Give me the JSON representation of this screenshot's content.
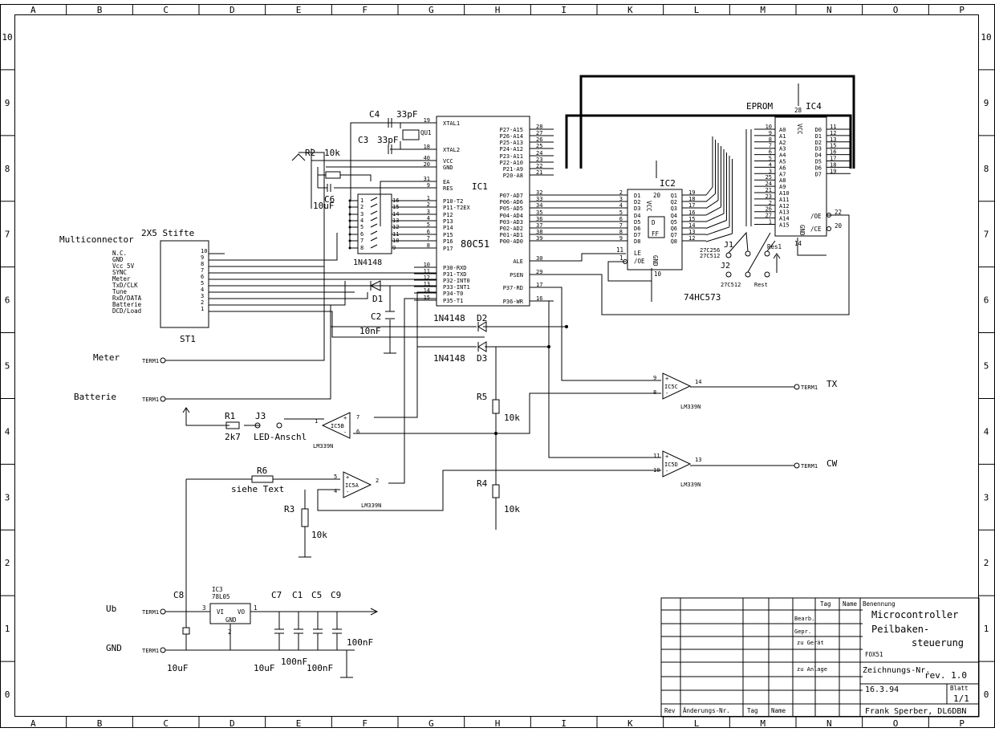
{
  "frame": {
    "columns": [
      "A",
      "B",
      "C",
      "D",
      "E",
      "F",
      "G",
      "H",
      "I",
      "K",
      "L",
      "M",
      "N",
      "O",
      "P"
    ],
    "rows": [
      "10",
      "9",
      "8",
      "7",
      "6",
      "5",
      "4",
      "3",
      "2",
      "1",
      "0"
    ]
  },
  "connector": {
    "title": "Multiconnector",
    "header": "2X5 Stifte",
    "ref": "ST1",
    "pins": [
      {
        "label": "N.C.",
        "num": "10"
      },
      {
        "label": "GND",
        "num": "9"
      },
      {
        "label": "Vcc 5V",
        "num": "8"
      },
      {
        "label": "SYNC",
        "num": "7"
      },
      {
        "label": "Meter",
        "num": "6"
      },
      {
        "label": "TxD/CLK",
        "num": "5"
      },
      {
        "label": "Tune",
        "num": "4"
      },
      {
        "label": "RxD/DATA",
        "num": "3"
      },
      {
        "label": "Batterie",
        "num": "2"
      },
      {
        "label": "DCD/Load",
        "num": "1"
      }
    ]
  },
  "terminals": {
    "meter": "Meter",
    "batterie": "Batterie",
    "ub": "Ub",
    "gnd": "GND",
    "tx": "TX",
    "cw": "CW",
    "term": "TERM1"
  },
  "mcu": {
    "ref": "IC1",
    "type": "80C51",
    "left_pins": [
      {
        "name": "XTAL1",
        "num": "19"
      },
      {
        "name": "XTAL2",
        "num": "18"
      },
      {
        "name": "VCC",
        "num": "40"
      },
      {
        "name": "GND",
        "num": "20"
      },
      {
        "name": "EA",
        "num": "31"
      },
      {
        "name": "RES",
        "num": "9"
      },
      {
        "name": "P10-T2",
        "num": "1"
      },
      {
        "name": "P11-T2EX",
        "num": "2"
      },
      {
        "name": "P12",
        "num": "3"
      },
      {
        "name": "P13",
        "num": "4"
      },
      {
        "name": "P14",
        "num": "5"
      },
      {
        "name": "P15",
        "num": "6"
      },
      {
        "name": "P16",
        "num": "7"
      },
      {
        "name": "P17",
        "num": "8"
      },
      {
        "name": "P30-RXD",
        "num": "10"
      },
      {
        "name": "P31-TXD",
        "num": "11"
      },
      {
        "name": "P32-INT0",
        "num": "12"
      },
      {
        "name": "P33-INT1",
        "num": "13"
      },
      {
        "name": "P34-T0",
        "num": "14"
      },
      {
        "name": "P35-T1",
        "num": "15"
      }
    ],
    "right_pins": [
      {
        "name": "P27-A15",
        "num": "28"
      },
      {
        "name": "P26-A14",
        "num": "27"
      },
      {
        "name": "P25-A13",
        "num": "26"
      },
      {
        "name": "P24-A12",
        "num": "25"
      },
      {
        "name": "P23-A11",
        "num": "24"
      },
      {
        "name": "P22-A10",
        "num": "23"
      },
      {
        "name": "P21-A9",
        "num": "22"
      },
      {
        "name": "P20-A8",
        "num": "21"
      },
      {
        "name": "P07-AD7",
        "num": "32"
      },
      {
        "name": "P06-AD6",
        "num": "33"
      },
      {
        "name": "P05-AD5",
        "num": "34"
      },
      {
        "name": "P04-AD4",
        "num": "35"
      },
      {
        "name": "P03-AD3",
        "num": "36"
      },
      {
        "name": "P02-AD2",
        "num": "37"
      },
      {
        "name": "P01-AD1",
        "num": "38"
      },
      {
        "name": "P00-AD0",
        "num": "39"
      },
      {
        "name": "ALE",
        "num": "30"
      },
      {
        "name": "PSEN",
        "num": "29"
      },
      {
        "name": "P37-RD",
        "num": "17"
      },
      {
        "name": "P36-WR",
        "num": "16"
      }
    ]
  },
  "latch": {
    "ref": "IC2",
    "type": "74HC573",
    "pwr": "20",
    "gnd_pin": "10",
    "d_labels": [
      "D1",
      "D2",
      "D3",
      "D4",
      "D5",
      "D6",
      "D7",
      "D8"
    ],
    "d_pins": [
      "2",
      "3",
      "4",
      "5",
      "6",
      "7",
      "8",
      "9"
    ],
    "q_labels": [
      "Q1",
      "Q2",
      "Q3",
      "Q4",
      "Q5",
      "Q6",
      "Q7",
      "Q8"
    ],
    "q_pins": [
      "19",
      "18",
      "17",
      "16",
      "15",
      "14",
      "13",
      "12"
    ],
    "le": "LE",
    "oe": "/OE",
    "le_pin": "11",
    "oe_pin": "1",
    "vcc": "VCC",
    "gnd": "GND",
    "d_ff": "D",
    "ff": "FF"
  },
  "eprom": {
    "title": "EPROM",
    "ref": "IC4",
    "vcc_pin": "28",
    "gnd_pin": "14",
    "a_labels": [
      "A0",
      "A1",
      "A2",
      "A3",
      "A4",
      "A5",
      "A6",
      "A7",
      "A8",
      "A9",
      "A10",
      "A11",
      "A12",
      "A13",
      "A14",
      "A15"
    ],
    "a_pins": [
      "10",
      "9",
      "8",
      "7",
      "6",
      "5",
      "4",
      "3",
      "25",
      "24",
      "21",
      "23",
      "2",
      "26",
      "27",
      "1"
    ],
    "d_labels": [
      "D0",
      "D1",
      "D2",
      "D3",
      "D4",
      "D5",
      "D6",
      "D7"
    ],
    "d_pins": [
      "11",
      "12",
      "13",
      "15",
      "16",
      "17",
      "18",
      "19"
    ],
    "oe_label": "/OE",
    "ce_label": "/CE",
    "oe_pin": "22",
    "ce_pin": "20",
    "vcc": "VCC",
    "gnd": "GND"
  },
  "jumpers": {
    "j1": "J1",
    "j2": "J2",
    "res1": "Res1",
    "j1_a": "27C256",
    "j1_b": "27C512",
    "j2_a": "27C512",
    "j2_b": "Rest"
  },
  "parts": {
    "c4": "C4",
    "c4_val": "33pF",
    "c3": "C3",
    "c3_val": "33pF",
    "qu1": "QU1",
    "r2": "R2",
    "r2_val": "10k",
    "c6": "C6",
    "c6_val": "10uF",
    "diode_array": "1N4148",
    "diode_array_left": [
      "1",
      "2",
      "3",
      "4",
      "5",
      "6",
      "7",
      "8"
    ],
    "diode_array_right": [
      "16",
      "15",
      "14",
      "13",
      "12",
      "11",
      "10",
      "9"
    ],
    "d1": "D1",
    "c2": "C2",
    "c2_val": "10nF",
    "d2": "D2",
    "d2_type": "1N4148",
    "d3": "D3",
    "d3_type": "1N4148",
    "r1": "R1",
    "r1_val": "2k7",
    "j3": "J3",
    "j3_label": "LED-Anschl",
    "r5": "R5",
    "r5_val": "10k",
    "r4": "R4",
    "r4_val": "10k",
    "r6": "R6",
    "r6_val": "siehe Text",
    "r3": "R3",
    "r3_val": "10k",
    "ic3": "IC3",
    "ic3_type": "78L05",
    "ic3_vi": "VI",
    "ic3_vo": "VO",
    "ic3_gnd": "GND",
    "ic3_pin_in": "3",
    "ic3_pin_out": "1",
    "ic3_pin_gnd": "2",
    "c8": "C8",
    "c8_val": "10uF",
    "c7": "C7",
    "c1": "C1",
    "c5": "C5",
    "c9": "C9",
    "c7_val": "10uF",
    "c1_val": "100nF",
    "c5_val": "100nF",
    "c9_val": "100nF"
  },
  "comparators": [
    {
      "ref": "IC5A",
      "type": "LM339N",
      "in_plus": "5",
      "in_minus": "4",
      "out": "2"
    },
    {
      "ref": "IC5B",
      "type": "LM339N",
      "in_plus": "7",
      "in_minus": "6",
      "out": "1"
    },
    {
      "ref": "IC5C",
      "type": "LM339N",
      "in_plus": "9",
      "in_minus": "8",
      "out": "14"
    },
    {
      "ref": "IC5D",
      "type": "LM339N",
      "in_plus": "11",
      "in_minus": "10",
      "out": "13"
    }
  ],
  "title_block": {
    "tag": "Tag",
    "name": "Name",
    "benennung": "Benennung",
    "bearb": "Bearb.",
    "gepr": "Gepr.",
    "zu_geraet": "zu Gerät",
    "zu_anlage": "zu Anlage",
    "title_lines": [
      "Microcontroller",
      "Peilbaken-",
      "steuerung"
    ],
    "project": "FOX51",
    "drawing_no": "Zeichnungs-Nr.",
    "rev_label": "rev. 1.0",
    "date": "16.3.94",
    "blatt": "Blatt",
    "blatt_val": "1/1",
    "rev": "Rev",
    "aenderungs": "Änderungs-Nr.",
    "tag2": "Tag",
    "name2": "Name",
    "author": "Frank Sperber, DL6DBN"
  }
}
